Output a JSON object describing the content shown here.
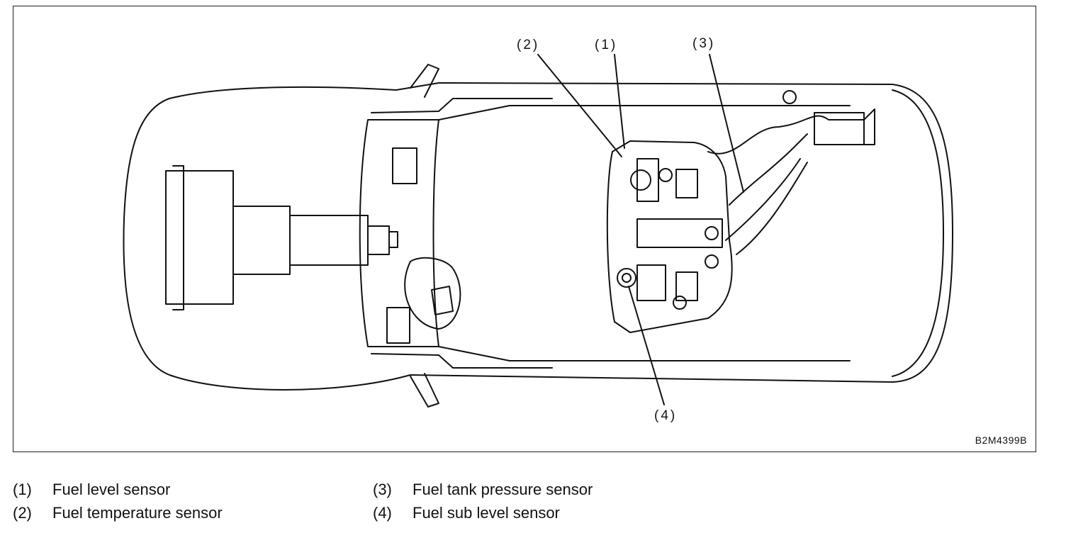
{
  "figure": {
    "code": "B2M4399B",
    "callouts": [
      {
        "number": "(2)"
      },
      {
        "number": "(1)"
      },
      {
        "number": "(3)"
      },
      {
        "number": "(4)"
      }
    ]
  },
  "legend": [
    {
      "number": "(1)",
      "label": "Fuel level sensor"
    },
    {
      "number": "(2)",
      "label": "Fuel temperature sensor"
    },
    {
      "number": "(3)",
      "label": "Fuel tank pressure sensor"
    },
    {
      "number": "(4)",
      "label": "Fuel sub level sensor"
    }
  ],
  "colors": {
    "line": "#111111",
    "background": "#ffffff"
  }
}
